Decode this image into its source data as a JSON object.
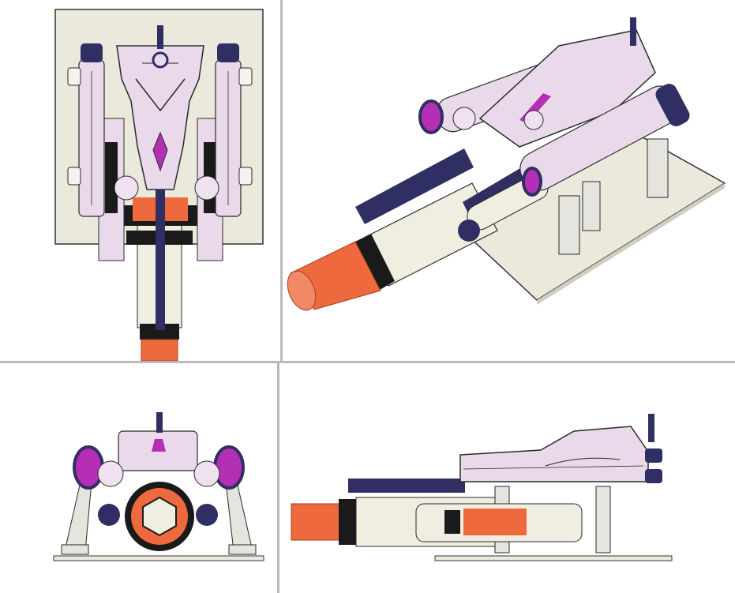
{
  "layout": "four-viewport-cad",
  "viewports": [
    {
      "name": "top"
    },
    {
      "name": "perspective"
    },
    {
      "name": "front"
    },
    {
      "name": "side"
    }
  ],
  "colors": {
    "hull": "#ead9ea",
    "hull_stroke": "#2a2a2a",
    "navy": "#2f2f63",
    "accent_magenta": "#b52fb5",
    "barrel_cream": "#efeee0",
    "muzzle_orange": "#ee6a3e",
    "black_band": "#1a1a1a",
    "base_plate": "#ebe9dc",
    "divider": "#b9b9b9"
  }
}
